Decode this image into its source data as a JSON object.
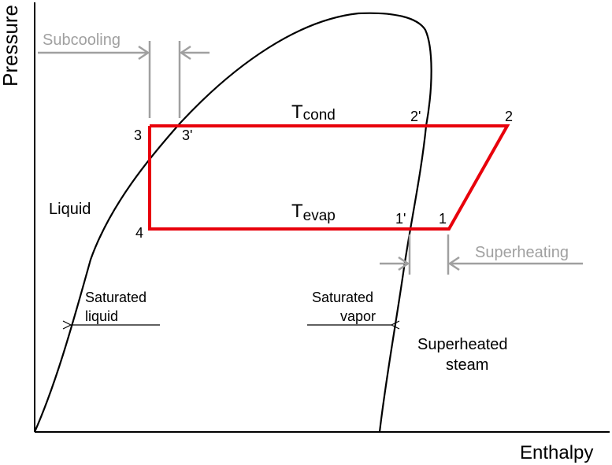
{
  "axes": {
    "y_label": "Pressure",
    "x_label": "Enthalpy"
  },
  "regions": {
    "liquid": "Liquid",
    "superheated_line1": "Superheated",
    "superheated_line2": "steam"
  },
  "curves": {
    "saturated_liquid_line1": "Saturated",
    "saturated_liquid_line2": "liquid",
    "saturated_vapor_line1": "Saturated",
    "saturated_vapor_line2": "vapor"
  },
  "cycle": {
    "t_cond_main": "T",
    "t_cond_sub": "cond",
    "t_evap_main": "T",
    "t_evap_sub": "evap",
    "points": {
      "p1": "1",
      "p1_prime": "1'",
      "p2": "2",
      "p2_prime": "2'",
      "p3": "3",
      "p3_prime": "3'",
      "p4": "4"
    }
  },
  "annotations": {
    "subcooling": "Subcooling",
    "superheating": "Superheating"
  },
  "colors": {
    "cycle": "#e8000b",
    "annotation": "#a0a0a0",
    "curve": "#000000"
  }
}
